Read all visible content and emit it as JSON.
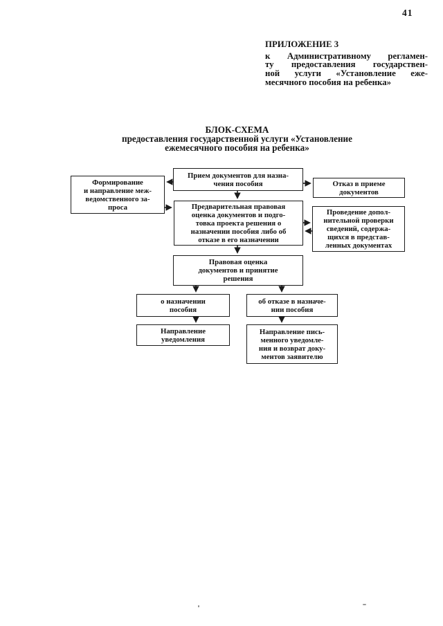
{
  "page_number": "41",
  "header": {
    "lines": [
      "ПРИЛОЖЕНИЕ 3",
      "к Административному регламен-",
      "ту предоставления государствен-",
      "ной услуги «Установление еже-",
      "месячного пособия на ребенка»"
    ]
  },
  "title": {
    "lines": [
      "БЛОК-СХЕМА",
      "предоставления государственной услуги «Установление",
      "ежемесячного пособия на ребенка»"
    ]
  },
  "flowchart": {
    "nodes": {
      "receive": "Прием документов для назна-\nчения пособия",
      "interagency": "Формирование\nи направление меж-\nведомственного за-\nпроса",
      "refuse_accept": "Отказ в приеме\nдокументов",
      "preliminary": "Предварительная правовая\nоценка документов и подго-\nтовка проекта решения о\nназначении пособия либо об\nотказе в его назначении",
      "additional_check": "Проведение допол-\nнительной проверки\nсведений, содержа-\nщихся в представ-\nленных документах",
      "legal_assessment": "Правовая оценка\nдокументов и принятие\nрешения",
      "grant": "о назначении\nпособия",
      "deny": "об отказе в назначе-\nнии пособия",
      "notify": "Направление\nуведомления",
      "notify_return": "Направление пись-\nменного уведомле-\nния и возврат доку-\nментов заявителю"
    },
    "edges": [
      {
        "from": "receive",
        "to": "interagency"
      },
      {
        "from": "receive",
        "to": "refuse_accept"
      },
      {
        "from": "receive",
        "to": "preliminary"
      },
      {
        "from": "interagency",
        "to": "preliminary"
      },
      {
        "from": "preliminary",
        "to": "additional_check"
      },
      {
        "from": "additional_check",
        "to": "preliminary"
      },
      {
        "from": "preliminary",
        "to": "legal_assessment"
      },
      {
        "from": "legal_assessment",
        "to": "grant"
      },
      {
        "from": "legal_assessment",
        "to": "deny"
      },
      {
        "from": "grant",
        "to": "notify"
      },
      {
        "from": "deny",
        "to": "notify_return"
      }
    ]
  },
  "colors": {
    "ink": "#141414",
    "paper": "#ffffff"
  }
}
